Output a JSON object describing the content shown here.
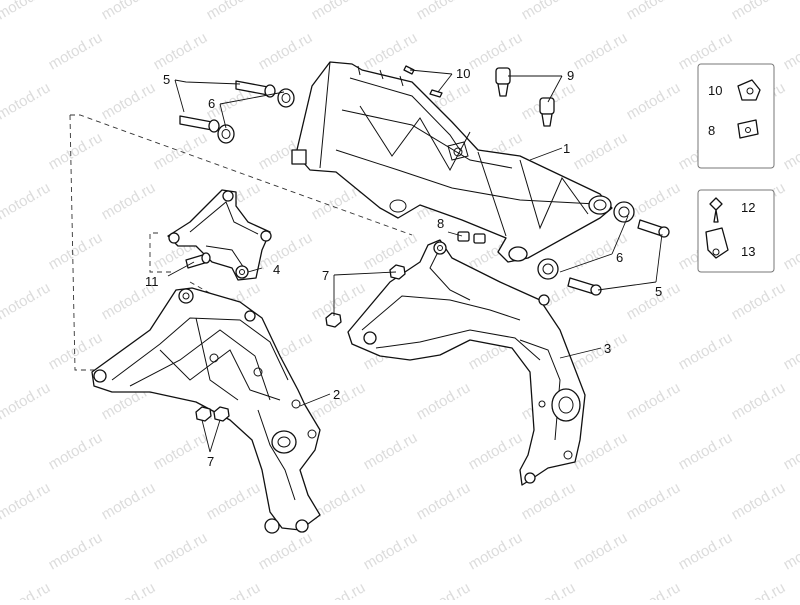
{
  "watermark": {
    "text": "motod.ru"
  },
  "callouts": {
    "part_1": "1",
    "part_2": "2",
    "part_3": "3",
    "part_4": "4",
    "part_5_top": "5",
    "part_5_right": "5",
    "part_6_top": "6",
    "part_6_right": "6",
    "part_7_left": "7",
    "part_7_mid": "7",
    "part_8_mid": "8",
    "part_9": "9",
    "part_10_top": "10",
    "part_11": "11"
  },
  "side_panel": {
    "box_a": {
      "label_10": "10",
      "label_8": "8"
    },
    "box_b": {
      "label_12": "12",
      "label_13": "13"
    }
  }
}
